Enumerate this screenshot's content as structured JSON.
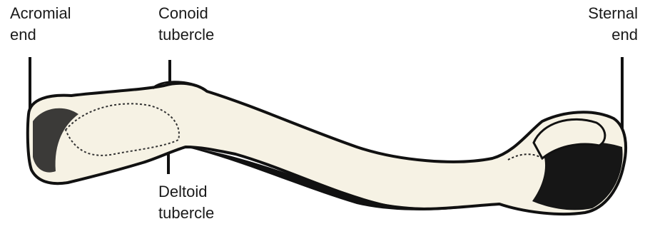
{
  "labels": {
    "acromial": [
      "Acromial",
      "end"
    ],
    "conoid": [
      "Conoid",
      "tubercle"
    ],
    "sternal": [
      "Sternal",
      "end"
    ],
    "deltoid": [
      "Deltoid",
      "tubercle"
    ]
  },
  "colors": {
    "bone_fill": "#f6f2e4",
    "outline": "#111111",
    "text": "#1a1a1a"
  }
}
